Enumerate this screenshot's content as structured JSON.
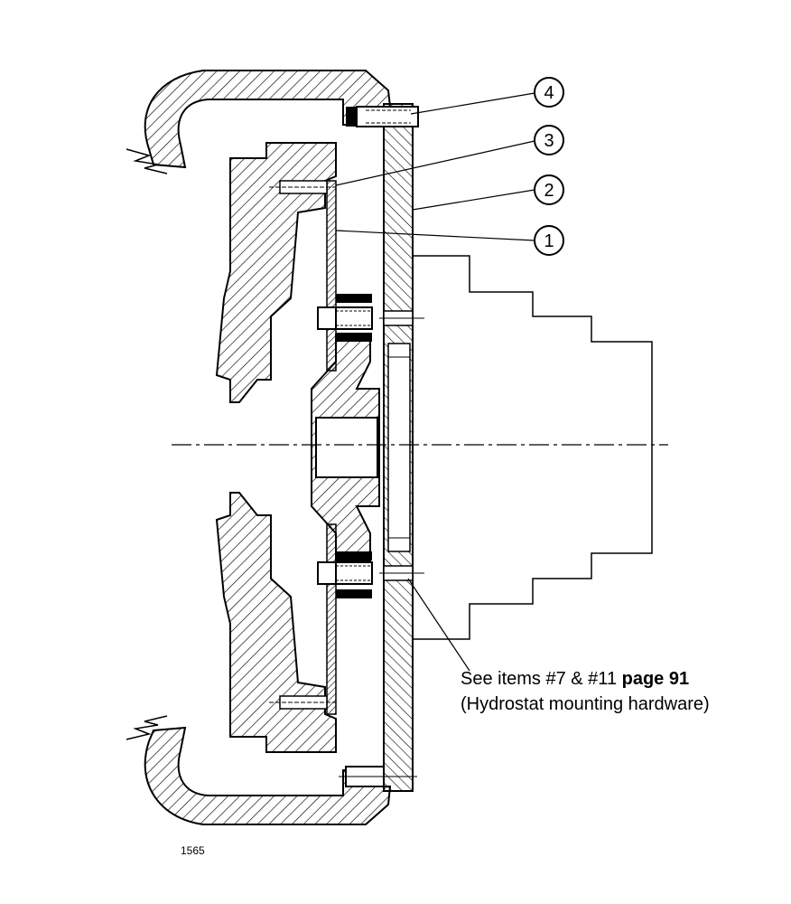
{
  "callouts": [
    {
      "number": "4"
    },
    {
      "number": "3"
    },
    {
      "number": "2"
    },
    {
      "number": "1"
    }
  ],
  "note": {
    "line1_prefix": "See items #7 & #11 ",
    "line1_bold": "page 91",
    "line2": "(Hydrostat mounting hardware)"
  },
  "figure_number": "1565"
}
